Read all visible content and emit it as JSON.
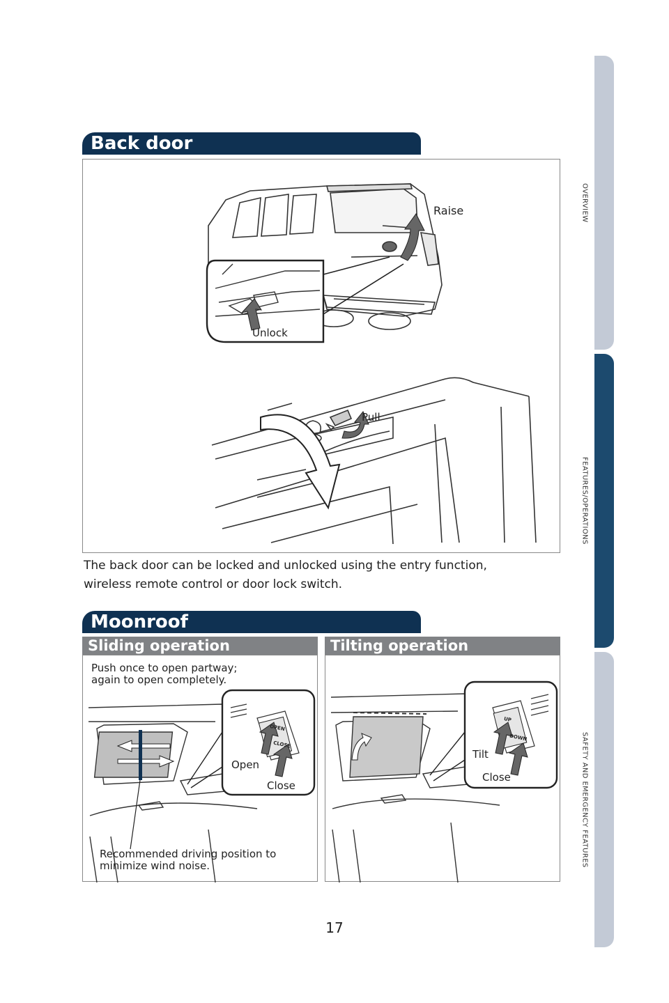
{
  "sections": {
    "back_door": {
      "title": "Back door",
      "labels": {
        "raise": "Raise",
        "unlock": "Unlock",
        "pull": "Pull"
      },
      "description_line1": "The back door can be locked and unlocked using the entry function,",
      "description_line2": "wireless remote control or door lock switch."
    },
    "moonroof": {
      "title": "Moonroof",
      "sliding": {
        "title": "Sliding operation",
        "instruction_line1": "Push once to open partway;",
        "instruction_line2": "again to open completely.",
        "labels": {
          "open": "Open",
          "close": "Close",
          "switch_top": "OPEN",
          "switch_bottom": "CLOSE"
        },
        "caption_line1": "Recommended driving position to",
        "caption_line2": "minimize wind noise."
      },
      "tilting": {
        "title": "Tilting operation",
        "labels": {
          "tilt": "Tilt",
          "close": "Close",
          "switch_top": "UP",
          "switch_bottom": "DOWN"
        }
      }
    }
  },
  "side_tabs": [
    {
      "label": "OVERVIEW",
      "color": "#c3cad6",
      "active": false
    },
    {
      "label": "FEATURES/OPERATIONS",
      "color": "#1c4a6e",
      "active": true
    },
    {
      "label": "SAFETY AND EMERGENCY FEATURES",
      "color": "#c3cad6",
      "active": false
    }
  ],
  "page_number": "17"
}
